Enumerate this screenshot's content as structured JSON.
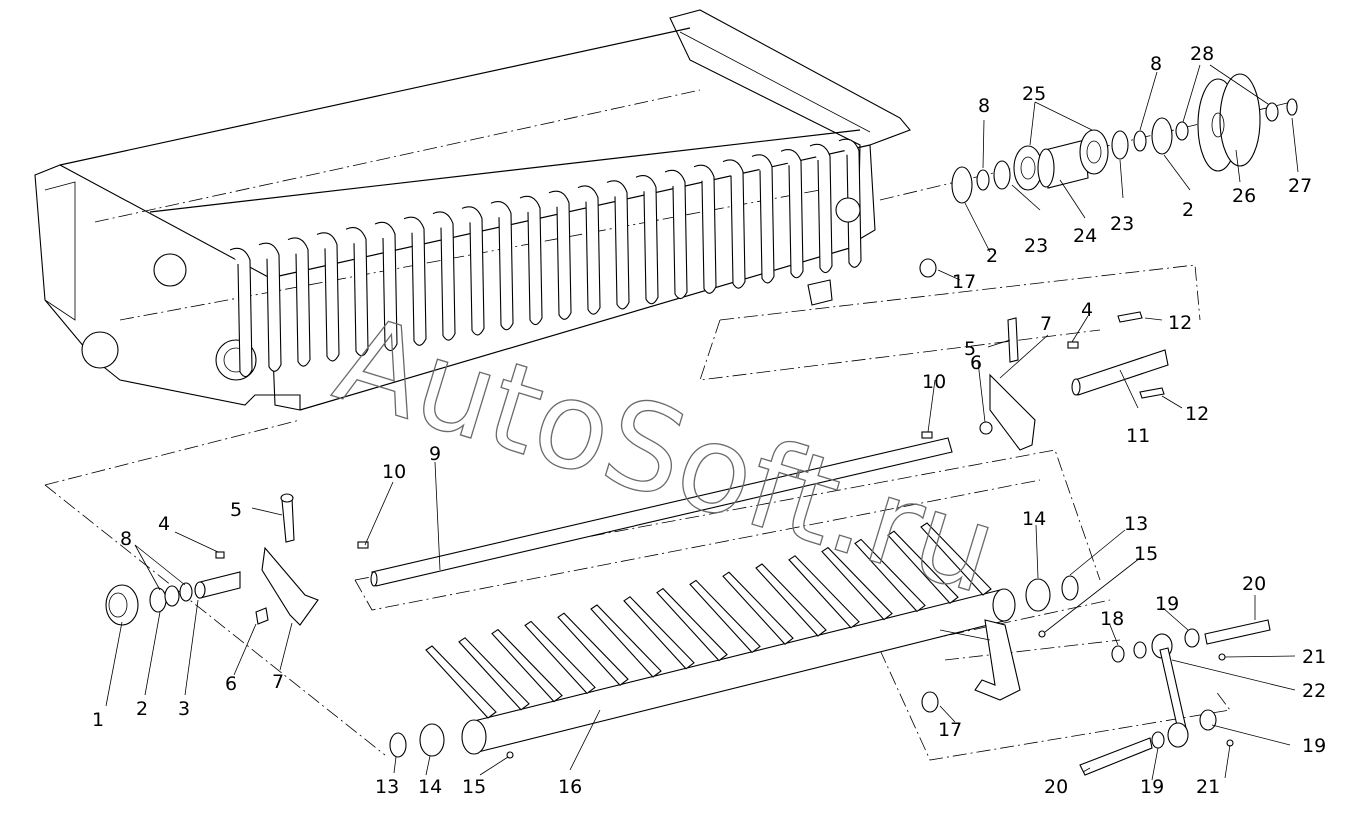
{
  "watermark": "AutoSoft.ru",
  "callouts": [
    {
      "id": "c1",
      "text": "1"
    },
    {
      "id": "c2a",
      "text": "2"
    },
    {
      "id": "c3",
      "text": "3"
    },
    {
      "id": "c4a",
      "text": "4"
    },
    {
      "id": "c5a",
      "text": "5"
    },
    {
      "id": "c6a",
      "text": "6"
    },
    {
      "id": "c7a",
      "text": "7"
    },
    {
      "id": "c8a",
      "text": "8"
    },
    {
      "id": "c13a",
      "text": "13"
    },
    {
      "id": "c14a",
      "text": "14"
    },
    {
      "id": "c15a",
      "text": "15"
    },
    {
      "id": "c16",
      "text": "16"
    },
    {
      "id": "c10a",
      "text": "10"
    },
    {
      "id": "c9",
      "text": "9"
    },
    {
      "id": "c10b",
      "text": "10"
    },
    {
      "id": "c5b",
      "text": "5"
    },
    {
      "id": "c6b",
      "text": "6"
    },
    {
      "id": "c7b",
      "text": "7"
    },
    {
      "id": "c4b",
      "text": "4"
    },
    {
      "id": "c12a",
      "text": "12"
    },
    {
      "id": "c12b",
      "text": "12"
    },
    {
      "id": "c11",
      "text": "11"
    },
    {
      "id": "c17a",
      "text": "17"
    },
    {
      "id": "c17b",
      "text": "17"
    },
    {
      "id": "c14b",
      "text": "14"
    },
    {
      "id": "c13b",
      "text": "13"
    },
    {
      "id": "c15b",
      "text": "15"
    },
    {
      "id": "c18",
      "text": "18"
    },
    {
      "id": "c19a",
      "text": "19"
    },
    {
      "id": "c20a",
      "text": "20"
    },
    {
      "id": "c21a",
      "text": "21"
    },
    {
      "id": "c22",
      "text": "22"
    },
    {
      "id": "c19b",
      "text": "19"
    },
    {
      "id": "c20b",
      "text": "20"
    },
    {
      "id": "c19c",
      "text": "19"
    },
    {
      "id": "c21b",
      "text": "21"
    },
    {
      "id": "c2b",
      "text": "2"
    },
    {
      "id": "c23a",
      "text": "23"
    },
    {
      "id": "c24",
      "text": "24"
    },
    {
      "id": "c8b",
      "text": "8"
    },
    {
      "id": "c25",
      "text": "25"
    },
    {
      "id": "c23b",
      "text": "23"
    },
    {
      "id": "c8c",
      "text": "8"
    },
    {
      "id": "c2c",
      "text": "2"
    },
    {
      "id": "c28",
      "text": "28"
    },
    {
      "id": "c26",
      "text": "26"
    },
    {
      "id": "c27",
      "text": "27"
    }
  ]
}
